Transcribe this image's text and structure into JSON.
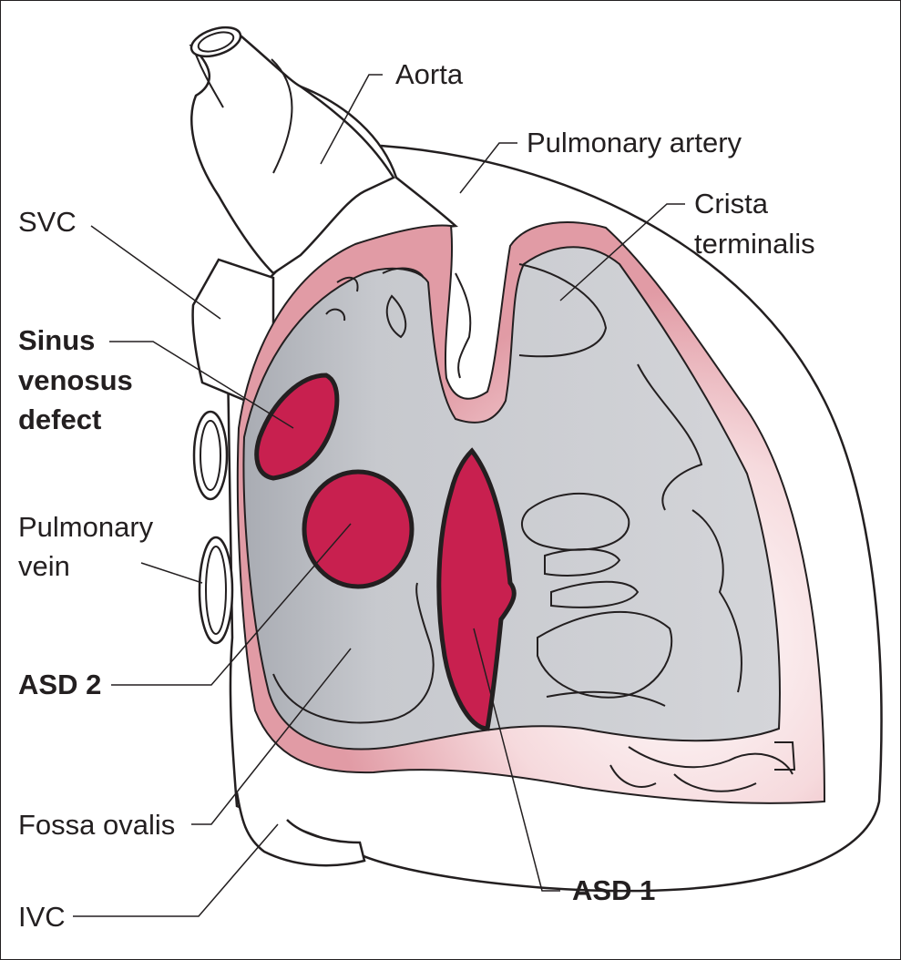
{
  "labels": {
    "aorta": "Aorta",
    "pulmonary_artery": "Pulmonary artery",
    "crista_line1": "Crista",
    "crista_line2": "terminalis",
    "svc": "SVC",
    "sinus_line1": "Sinus",
    "sinus_line2": "venosus",
    "sinus_line3": "defect",
    "pulmonary_vein_line1": "Pulmonary",
    "pulmonary_vein_line2": "vein",
    "asd2": "ASD 2",
    "fossa_ovalis": "Fossa ovalis",
    "ivc": "IVC",
    "asd1": "ASD 1"
  },
  "colors": {
    "outline": "#231f20",
    "defect": "#c8204f",
    "atrial_wall": "#e19ba5",
    "septum_gray": "#c5c7cc",
    "background": "#ffffff"
  }
}
